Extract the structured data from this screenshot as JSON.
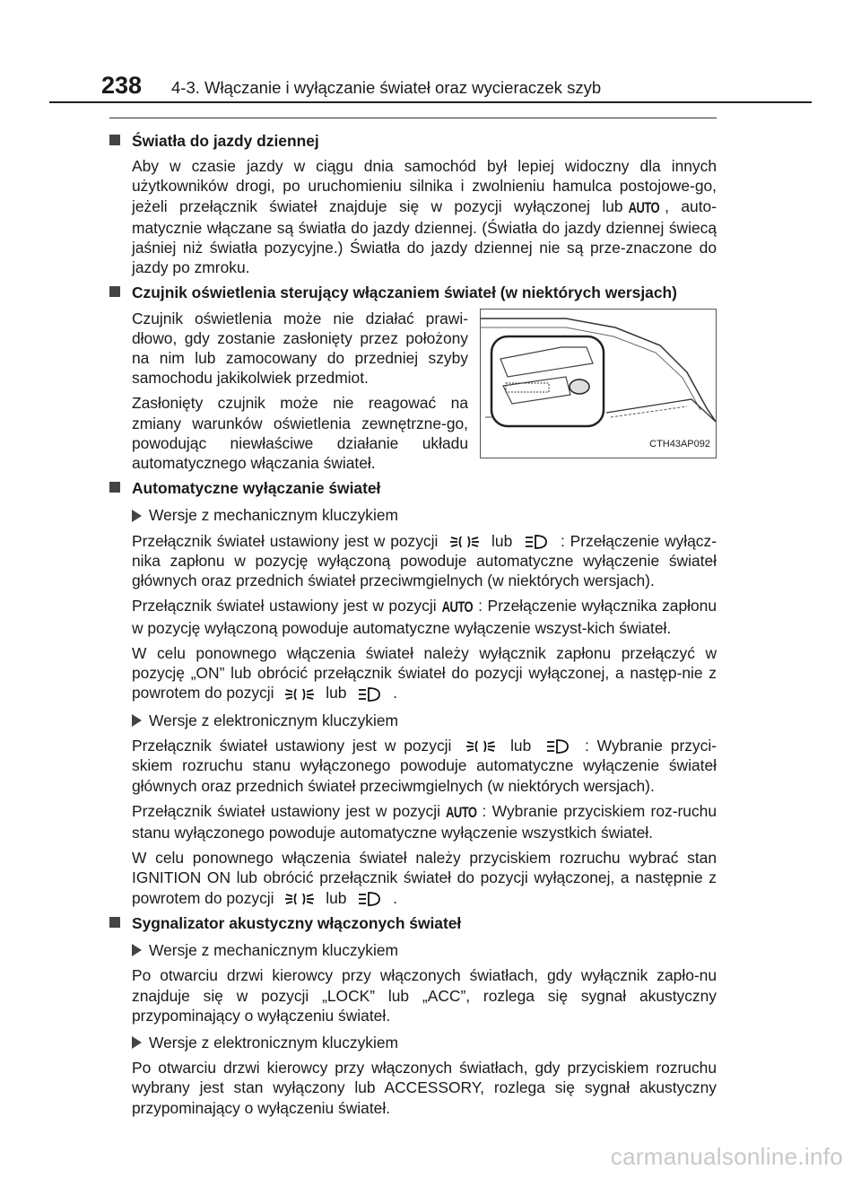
{
  "header": {
    "page_number": "238",
    "chapter_title": "4-3. Włączanie i wyłączanie świateł oraz wycieraczek szyb"
  },
  "icons": {
    "auto": "AUTO",
    "tail_light": "tail-light-icon",
    "headlight": "headlight-icon"
  },
  "drl": {
    "heading": "Światła do jazdy dziennej",
    "p1_a": "Aby w czasie jazdy w ciągu dnia samochód był lepiej widoczny dla innych użytkowników drogi, po uruchomieniu silnika i zwolnieniu hamulca postojowe-go, jeżeli przełącznik świateł znajduje się w pozycji wyłączonej lub",
    "p1_b": ", auto-matycznie włączane są światła do jazdy dziennej. (Światła do jazdy dziennej świecą jaśniej niż światła pozycyjne.) Światła do jazdy dziennej nie są prze-znaczone do jazdy po zmroku."
  },
  "sensor": {
    "heading": "Czujnik oświetlenia sterujący włączaniem świateł (w niektórych wersjach)",
    "p1": "Czujnik oświetlenia może nie działać prawi-dłowo, gdy zostanie zasłonięty przez położony na nim lub zamocowany do przedniej szyby samochodu jakikolwiek przedmiot.",
    "p2": "Zasłonięty czujnik może nie reagować na zmiany warunków oświetlenia zewnętrzne-go, powodując niewłaściwe działanie układu automatycznego włączania świateł.",
    "figure_label": "CTH43AP092"
  },
  "auto_off": {
    "heading": "Automatyczne wyłączanie świateł",
    "mech_title": "Wersje z mechanicznym kluczykiem",
    "mech_p1_a": "Przełącznik świateł ustawiony jest w pozycji",
    "lub": "lub",
    "mech_p1_b": ": Przełączenie wyłącz-nika zapłonu w pozycję wyłączoną powoduje automatyczne wyłączenie świateł głównych oraz przednich świateł przeciwmgielnych (w niektórych wersjach).",
    "mech_p2_a": "Przełącznik świateł ustawiony jest w pozycji",
    "mech_p2_b": ": Przełączenie wyłącznika zapłonu w pozycję wyłączoną powoduje automatyczne wyłączenie wszyst-kich świateł.",
    "mech_p3_a": "W celu ponownego włączenia świateł należy wyłącznik zapłonu przełączyć w pozycję „ON” lub obrócić przełącznik świateł do pozycji wyłączonej, a następ-nie z powrotem do pozycji",
    "period": ".",
    "elec_title": "Wersje z elektronicznym kluczykiem",
    "elec_p1_a": "Przełącznik świateł ustawiony jest w pozycji",
    "elec_p1_b": ": Wybranie przyci-skiem rozruchu stanu wyłączonego powoduje automatyczne wyłączenie świateł głównych oraz przednich świateł przeciwmgielnych (w niektórych wersjach).",
    "elec_p2_a": "Przełącznik świateł ustawiony jest w pozycji",
    "elec_p2_b": ": Wybranie przyciskiem roz-ruchu stanu wyłączonego powoduje automatyczne wyłączenie wszystkich świateł.",
    "elec_p3_a": "W celu ponownego włączenia świateł należy przyciskiem rozruchu wybrać stan IGNITION ON lub obrócić przełącznik świateł do pozycji wyłączonej, a następnie z powrotem do pozycji"
  },
  "buzzer": {
    "heading": "Sygnalizator akustyczny włączonych świateł",
    "mech_title": "Wersje z mechanicznym kluczykiem",
    "mech_p1": "Po otwarciu drzwi kierowcy przy włączonych światłach, gdy wyłącznik zapło-nu znajduje się w pozycji „LOCK” lub „ACC”, rozlega się sygnał akustyczny przypominający o wyłączeniu świateł.",
    "elec_title": "Wersje z elektronicznym kluczykiem",
    "elec_p1": "Po otwarciu drzwi kierowcy przy włączonych światłach, gdy przyciskiem rozruchu wybrany jest stan wyłączony lub ACCESSORY, rozlega się sygnał akustyczny przypominający o wyłączeniu świateł."
  },
  "watermark": "carmanualsonline.info"
}
